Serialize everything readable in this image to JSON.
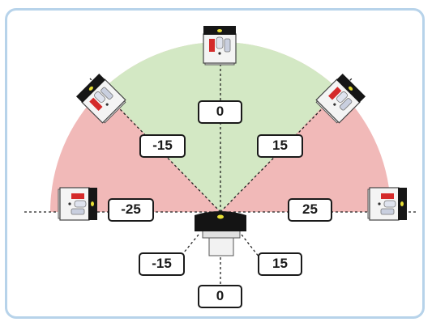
{
  "colors": {
    "frame_border": "#b7d3ea",
    "center_zone": "#d3e8c4",
    "side_zone": "#f1b9b8",
    "robot_body": "#f2f2f2",
    "robot_dark": "#141414",
    "accent_red": "#d42a2a",
    "accent_yellow": "#e8df35"
  },
  "labels": {
    "top_center": "0",
    "upper_left": "-15",
    "upper_right": "15",
    "far_left": "-25",
    "far_right": "25",
    "lower_left": "-15",
    "lower_right": "15",
    "bottom_center": "0"
  },
  "icons": [
    "robot-top-icon",
    "robot-upper-left-icon",
    "robot-upper-right-icon",
    "robot-far-left-icon",
    "robot-far-right-icon",
    "sensor-base-icon"
  ]
}
